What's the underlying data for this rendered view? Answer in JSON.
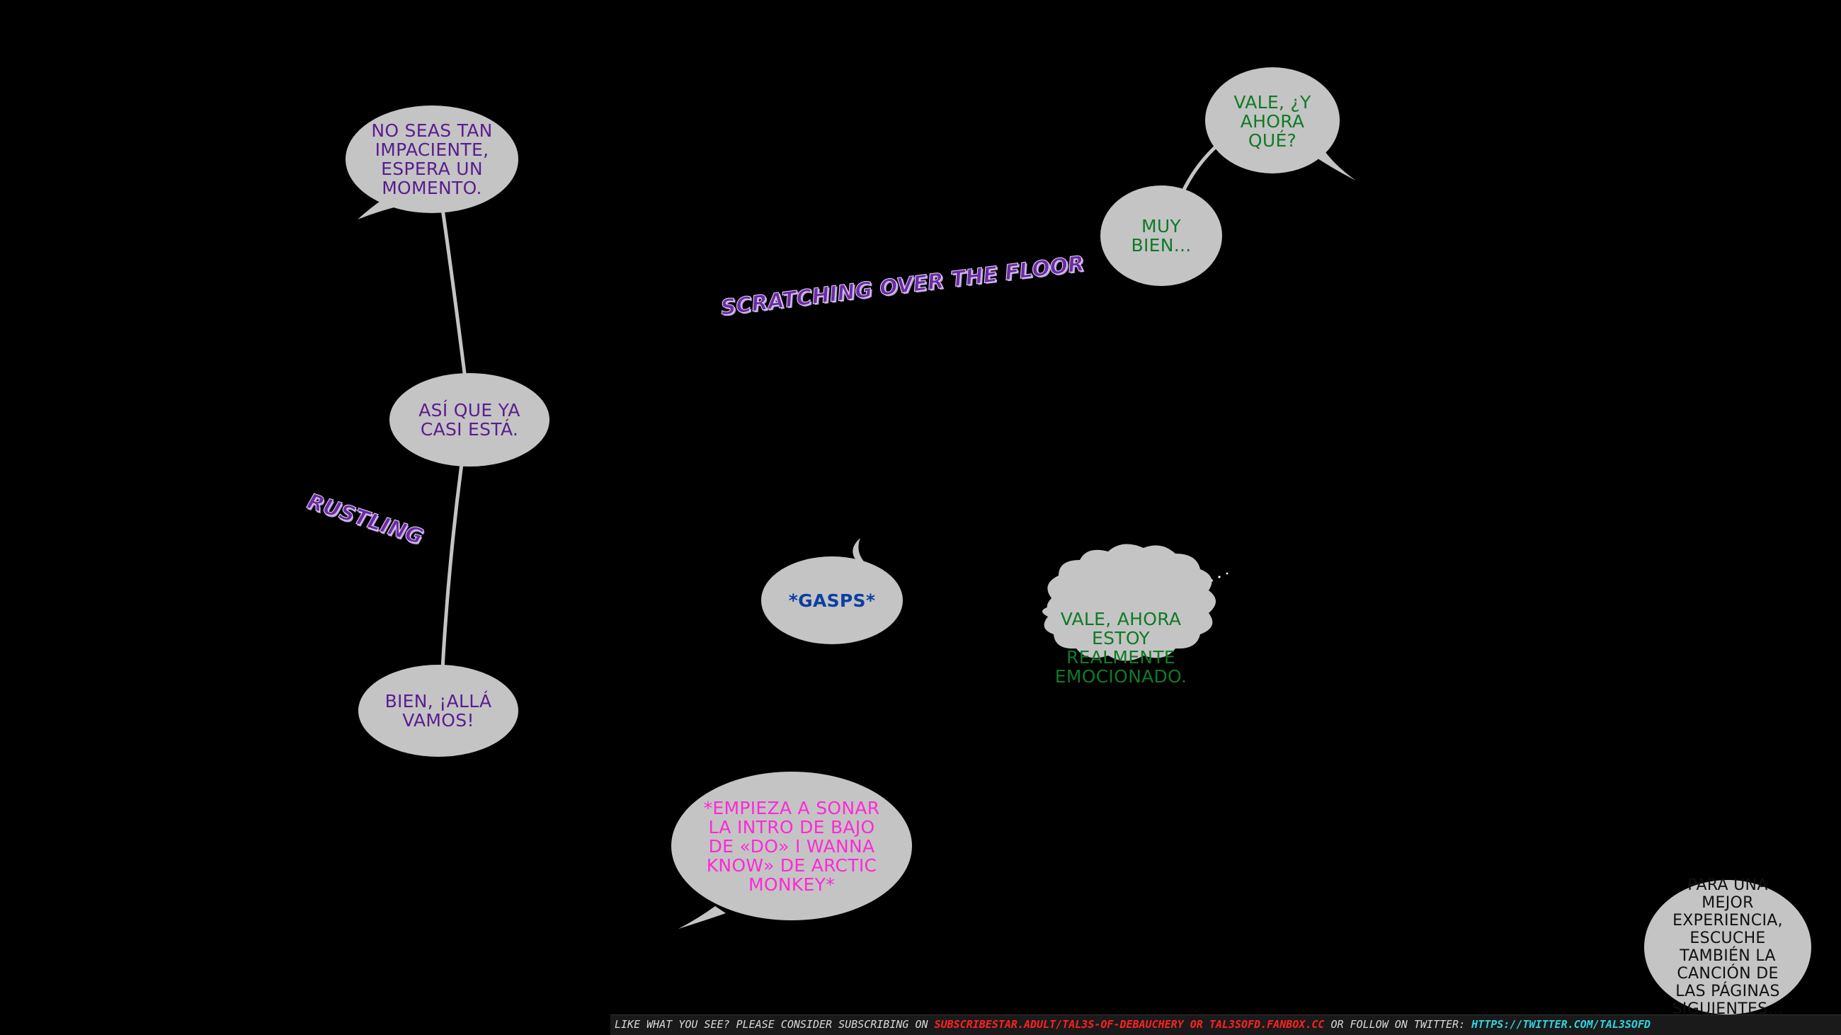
{
  "bubbles": {
    "no_seas": "NO SEAS TAN IMPACIENTE, ESPERA UN MOMENTO.",
    "asi_que": "ASÍ QUE YA CASI ESTÁ.",
    "bien_alla": "BIEN, ¡ALLÁ VAMOS!",
    "vale_ahora_que": "VALE, ¿Y AHORA QUÉ?",
    "muy_bien": "MUY BIEN...",
    "gasps": "*GASPS*",
    "vale_emocionado": "VALE, AHORA ESTOY REALMENTE EMOCIONADO.",
    "empieza": "*EMPIEZA A SONAR LA INTRO DE BAJO DE «DO» I WANNA KNOW» DE ARCTIC MONKEY*",
    "para_una": "PARA UNA MEJOR EXPERIENCIA, ESCUCHE TAMBIÉN LA CANCIÓN DE LAS PÁGINAS SIGUIENTES..."
  },
  "sfx": {
    "scratching": "SCRATCHING OVER THE FLOOR",
    "rustling": "RUSTLING"
  },
  "footer": {
    "intro": "LIKE WHAT YOU SEE? PLEASE CONSIDER SUBSCRIBING ON ",
    "link1": "SUBSCRIBESTAR.ADULT/TAL3S-OF-DEBAUCHERY OR TAL3SOFD.FANBOX.CC",
    "mid": " OR FOLLOW ON TWITTER: ",
    "link2": "HTTPS://TWITTER.COM/TAL3SOFD"
  },
  "colors": {
    "background": "#000000",
    "bubble_fill": "#c4c4c4",
    "purple_text": "#5a1d8f",
    "green_text": "#0f7a26",
    "blue_text": "#0b3fa1",
    "pink_text": "#ff29d6",
    "footer_red": "#ff2020",
    "footer_cyan": "#2fd3e0"
  }
}
